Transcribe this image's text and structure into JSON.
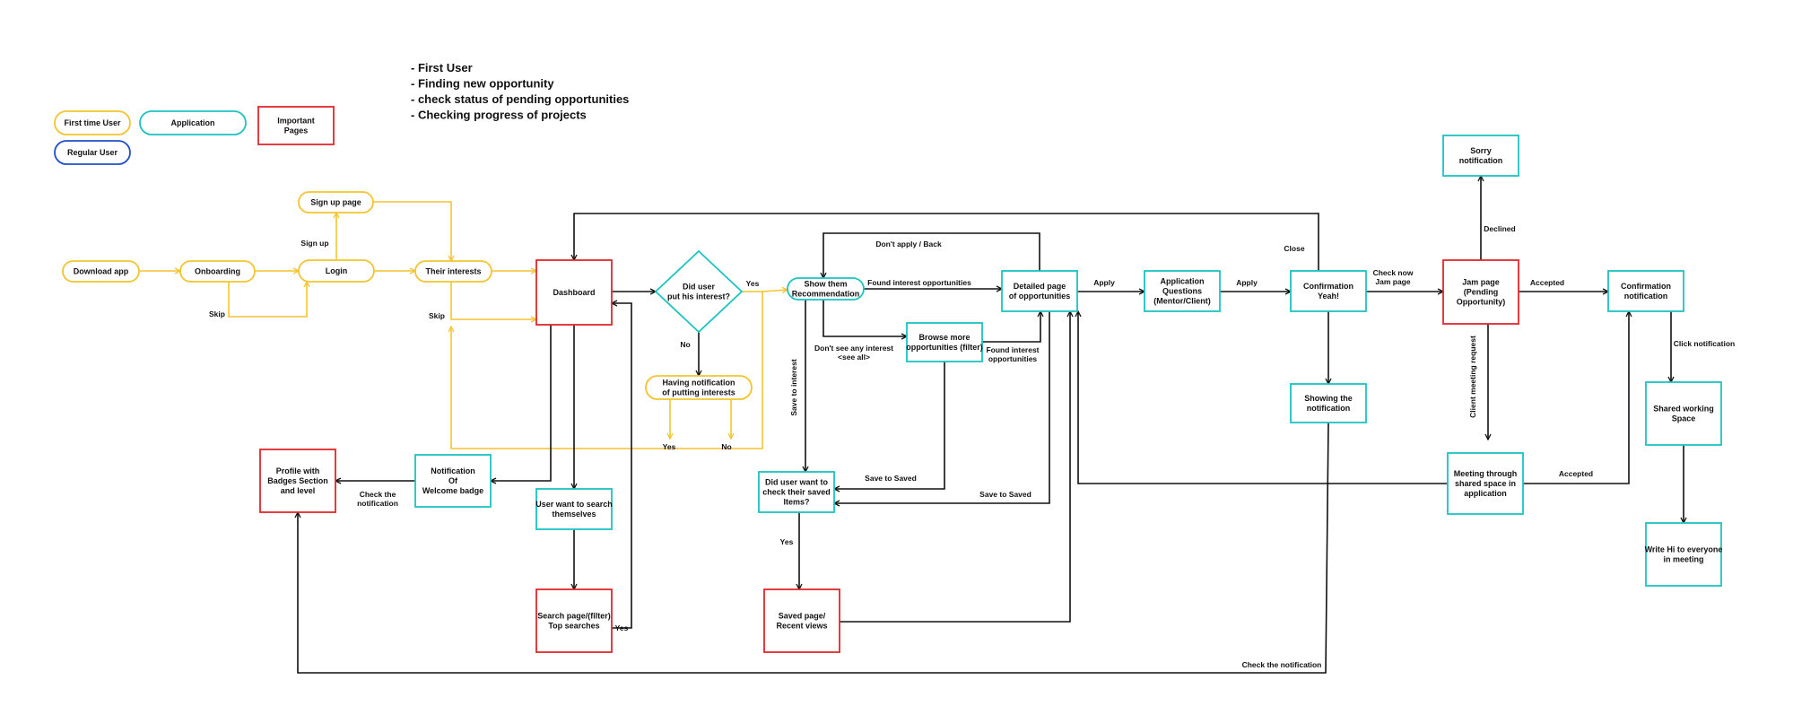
{
  "colors": {
    "first_time_user": "#f4c430",
    "application": "#1cc3c0",
    "important_pages": "#e0262c",
    "regular_user": "#1f4fc8",
    "arrow_black": "#111111"
  },
  "legend": {
    "first_time_user": "First time User",
    "application": "Application",
    "regular_user": "Regular User",
    "important_pages": [
      "Important",
      "Pages"
    ]
  },
  "goals": [
    "- First User",
    "- Finding new opportunity",
    "- check status of pending opportunities",
    "- Checking progress of projects"
  ],
  "nodes": {
    "download_app": [
      "Download app"
    ],
    "onboarding": [
      "Onboarding"
    ],
    "login": [
      "Login"
    ],
    "signup_page": [
      "Sign up page"
    ],
    "their_interests": [
      "Their interests"
    ],
    "dashboard": [
      "Dashboard"
    ],
    "did_user_interest": [
      "Did user",
      "put his interest?"
    ],
    "having_notification": [
      "Having notification",
      "of putting interests"
    ],
    "show_recommendation": [
      "Show them",
      "Recommendation"
    ],
    "browse_more": [
      "Browse more",
      "opportunities (filter)"
    ],
    "detailed_page": [
      "Detailed page",
      "of opportunities"
    ],
    "application_questions": [
      "Application",
      "Questions",
      "(Mentor/Client)"
    ],
    "confirmation_yeah": [
      "Confirmation",
      "Yeah!"
    ],
    "showing_notification": [
      "Showing the",
      "notification"
    ],
    "jam_page": [
      "Jam page",
      "(Pending",
      "Opportunity)"
    ],
    "sorry_notification": [
      "Sorry",
      "notification"
    ],
    "confirmation_notification": [
      "Confirmation",
      "notification"
    ],
    "shared_working_space": [
      "Shared working",
      "Space"
    ],
    "write_hi": [
      "Write Hi to everyone",
      "in meeting"
    ],
    "meeting_shared_space": [
      "Meeting through",
      "shared space in",
      "application"
    ],
    "notification_welcome": [
      "Notification",
      "Of",
      "Welcome badge"
    ],
    "profile_badges": [
      "Profile with",
      "Badges Section",
      "and level"
    ],
    "user_search": [
      "User want to search",
      "themselves"
    ],
    "search_page": [
      "Search page/(filter)",
      "Top searches"
    ],
    "did_user_saved": [
      "Did user want to",
      "check their saved",
      "Items?"
    ],
    "saved_page": [
      "Saved page/",
      "Recent views"
    ]
  },
  "edge_labels": {
    "skip_onboarding": [
      "Skip"
    ],
    "sign_up": [
      "Sign up"
    ],
    "skip_interests": [
      "Skip"
    ],
    "yes_interest": [
      "Yes"
    ],
    "no_interest": [
      "No"
    ],
    "yes_having": [
      "Yes"
    ],
    "no_having": [
      "No"
    ],
    "dont_apply": [
      "Don't apply / Back"
    ],
    "found_interest": [
      "Found interest opportunities"
    ],
    "dont_see_any": [
      "Don't see any interest",
      "<see all>"
    ],
    "found_interest_2": [
      "Found interest",
      "opportunities"
    ],
    "save_to_interest": [
      "Save to interest"
    ],
    "save_to_saved_1": [
      "Save to Saved"
    ],
    "save_to_saved_2": [
      "Save to Saved"
    ],
    "apply_1": [
      "Apply"
    ],
    "apply_2": [
      "Apply"
    ],
    "close": [
      "Close"
    ],
    "check_now_jam": [
      "Check now",
      "Jam page"
    ],
    "declined": [
      "Declined"
    ],
    "accepted_1": [
      "Accepted"
    ],
    "client_meeting_request": [
      "Client meeting request"
    ],
    "accepted_2": [
      "Accepted"
    ],
    "click_notification": [
      "Click notification"
    ],
    "check_the_notification_1": [
      "Check the",
      "notification"
    ],
    "yes_search": [
      "Yes"
    ],
    "yes_saved": [
      "Yes"
    ],
    "check_the_notification_2": [
      "Check the notification"
    ]
  }
}
